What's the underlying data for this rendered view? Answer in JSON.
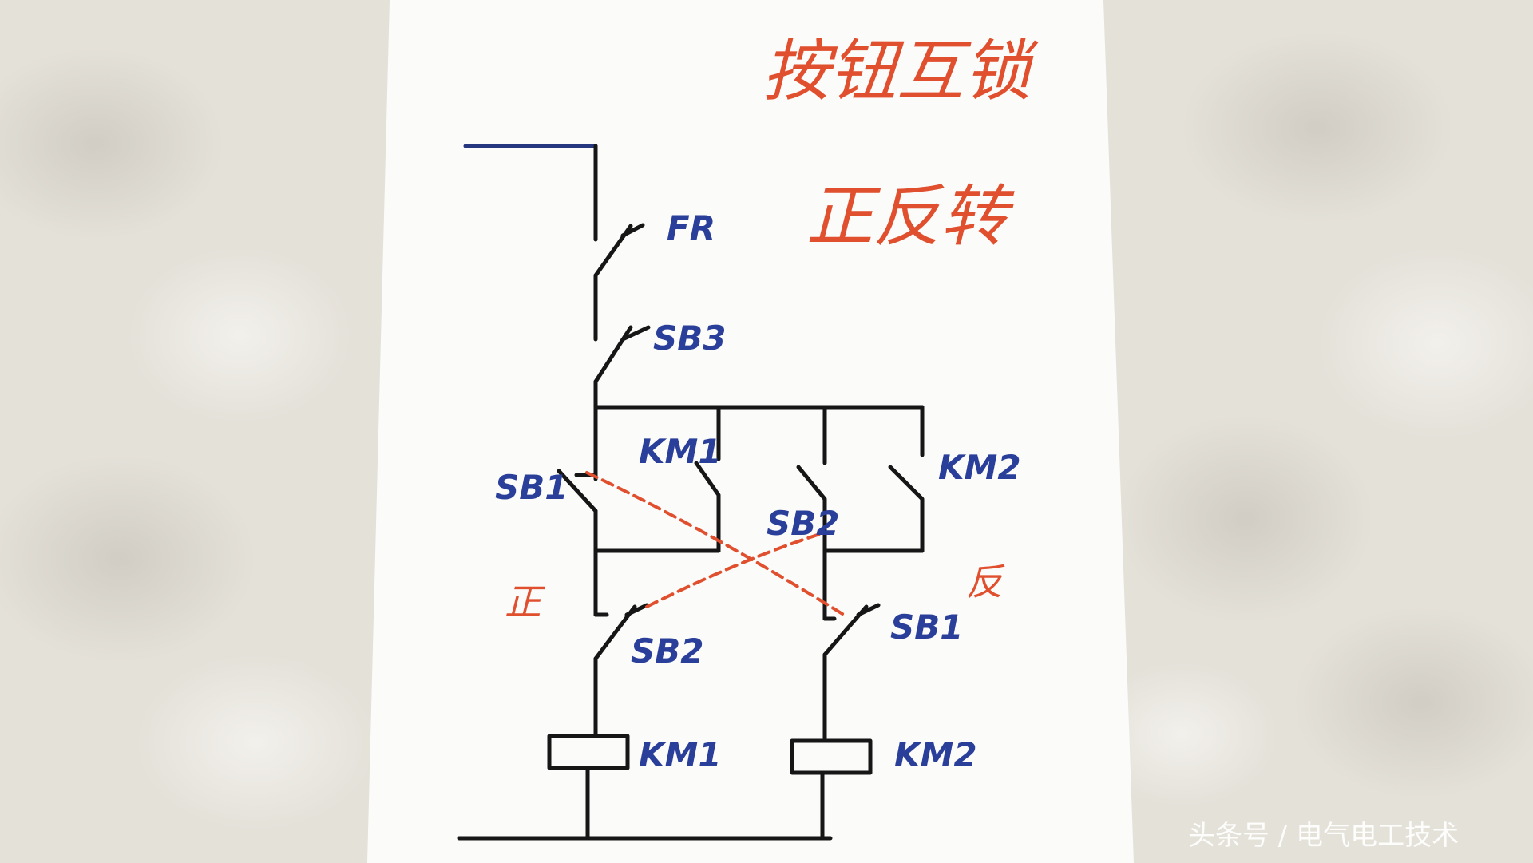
{
  "title": {
    "line1": "按钮互锁",
    "line2": "正反转"
  },
  "labels": {
    "fr": "FR",
    "sb3": "SB3",
    "km1_contact": "KM1",
    "km2_contact": "KM2",
    "sb1_start": "SB1",
    "sb2_start": "SB2",
    "sb2_interlock": "SB2",
    "sb1_interlock": "SB1",
    "km1_coil": "KM1",
    "km2_coil": "KM2",
    "forward": "正",
    "reverse": "反"
  },
  "watermark": "头条号 / 电气电工技术",
  "colors": {
    "ink_black": "#161616",
    "ink_blue": "#2a3f9a",
    "ink_red": "#e0502f",
    "paper": "#fbfbf9",
    "watermark": "#ffffff"
  }
}
